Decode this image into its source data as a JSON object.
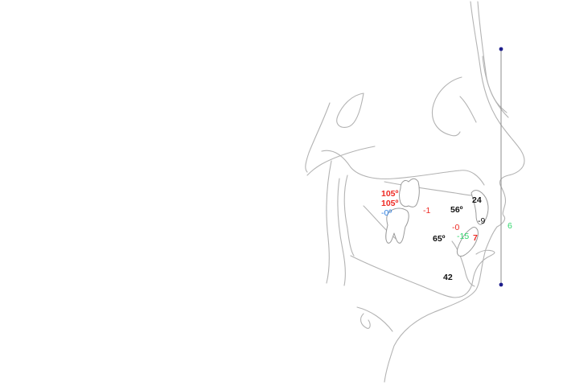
{
  "colors": {
    "background": "#ffffff",
    "trace": "#b3b3b3",
    "reference_line": "#8c8c8c",
    "reference_point": "#1e1e8c",
    "red": "#ee2a24",
    "blue": "#2a7de1",
    "black": "#111111",
    "green": "#2fd66b"
  },
  "measurements": {
    "upper_molar_angle_1": {
      "text": "105º",
      "color": "red"
    },
    "upper_molar_angle_2": {
      "text": "105º",
      "color": "red"
    },
    "molar_deviation": {
      "text": "-0º",
      "color": "blue"
    },
    "molar_offset": {
      "text": "-1",
      "color": "red"
    },
    "upper_incisor_angle": {
      "text": "56º",
      "color": "black"
    },
    "upper_incisor_value": {
      "text": "24",
      "color": "black"
    },
    "incisor_offset": {
      "text": "-9",
      "color": "black"
    },
    "lower_offset": {
      "text": "-0",
      "color": "red"
    },
    "lower_incisor_angle": {
      "text": "65º",
      "color": "black"
    },
    "lower_incisor_green": {
      "text": "-15",
      "color": "green"
    },
    "lower_incisor_red": {
      "text": "7",
      "color": "red"
    },
    "chin_value": {
      "text": "42",
      "color": "black"
    },
    "vertical_line_value": {
      "text": "6",
      "color": "green"
    }
  }
}
